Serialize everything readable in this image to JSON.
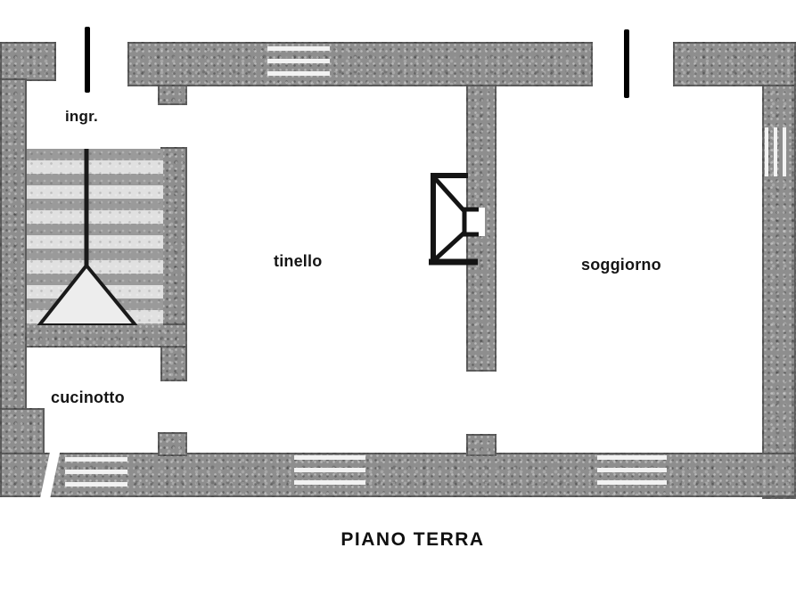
{
  "title": "PIANO TERRA",
  "rooms": {
    "ingresso_label": "ingr.",
    "tinello_label": "tinello",
    "soggiorno_label": "soggiorno",
    "cucinotto_label": "cucinotto"
  },
  "symbols": {
    "fireplace": "fireplace-plan-symbol",
    "stairs": "staircase-with-direction-arrow",
    "door_leaf": "door-leaf-line",
    "window": "window-hatch"
  },
  "colors": {
    "wall_gray": "#8e8e8e",
    "line_black": "#141414",
    "background": "#ffffff",
    "step_light": "#e0e0e0",
    "step_dark": "#9a9a9a"
  }
}
